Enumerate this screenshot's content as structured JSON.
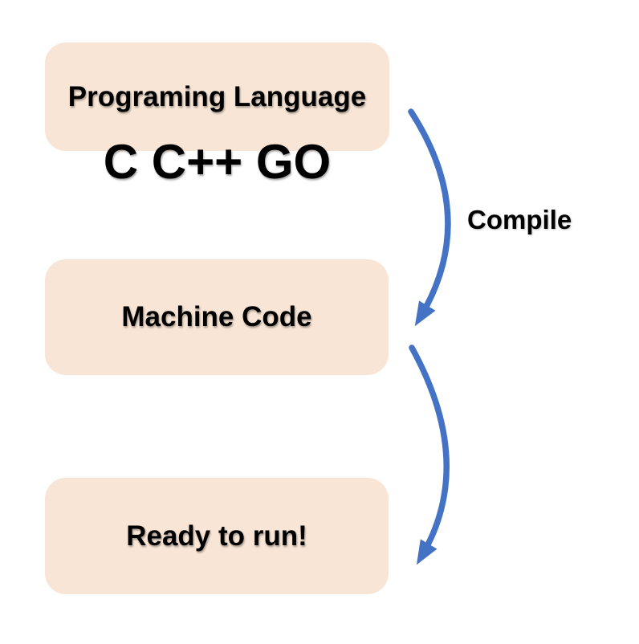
{
  "colors": {
    "background": "#FFFFFF",
    "node_fill": "#F8E5D5",
    "arrow_blue": "#4472C4",
    "text": "#000000"
  },
  "nodes": [
    {
      "id": "programming-language",
      "label": "Programing Language"
    },
    {
      "id": "machine-code",
      "label": "Machine Code"
    },
    {
      "id": "ready-to-run",
      "label": "Ready to run!"
    }
  ],
  "caption": "C C++ GO",
  "arrows": [
    {
      "from": "programming-language",
      "to": "machine-code",
      "label": "Compile"
    },
    {
      "from": "machine-code",
      "to": "ready-to-run",
      "label": ""
    }
  ]
}
